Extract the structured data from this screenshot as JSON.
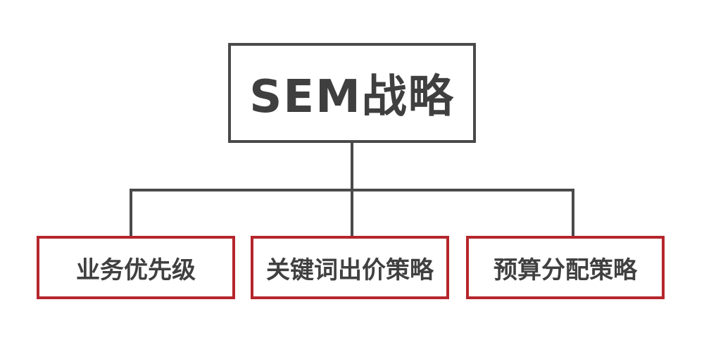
{
  "root": {
    "title": "SEM战略"
  },
  "children": [
    {
      "label": "业务优先级"
    },
    {
      "label": "关键词出价策略"
    },
    {
      "label": "预算分配策略"
    }
  ],
  "colors": {
    "root_border": "#4a4a4a",
    "child_border": "#b5262c",
    "connector": "#4a4a4a",
    "text": "#404040"
  }
}
